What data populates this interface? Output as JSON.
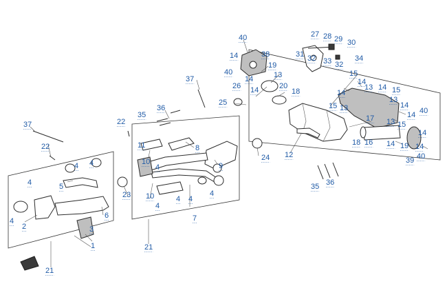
{
  "callouts": [
    {
      "id": "c-40a",
      "text": "40"
    },
    {
      "id": "c-27",
      "text": "27"
    },
    {
      "id": "c-28",
      "text": "28"
    },
    {
      "id": "c-29",
      "text": "29"
    },
    {
      "id": "c-30",
      "text": "30"
    },
    {
      "id": "c-38",
      "text": "38"
    },
    {
      "id": "c-31",
      "text": "31"
    },
    {
      "id": "c-32a",
      "text": "32"
    },
    {
      "id": "c-33",
      "text": "33"
    },
    {
      "id": "c-32b",
      "text": "32"
    },
    {
      "id": "c-34",
      "text": "34"
    },
    {
      "id": "c-14a",
      "text": "14"
    },
    {
      "id": "c-40b",
      "text": "40"
    },
    {
      "id": "c-14b",
      "text": "14"
    },
    {
      "id": "c-19a",
      "text": "19"
    },
    {
      "id": "c-13a",
      "text": "13"
    },
    {
      "id": "c-15a",
      "text": "15"
    },
    {
      "id": "c-37a",
      "text": "37"
    },
    {
      "id": "c-26",
      "text": "26"
    },
    {
      "id": "c-14c",
      "text": "14"
    },
    {
      "id": "c-20",
      "text": "20"
    },
    {
      "id": "c-18a",
      "text": "18"
    },
    {
      "id": "c-14d",
      "text": "14"
    },
    {
      "id": "c-13b",
      "text": "13"
    },
    {
      "id": "c-14e",
      "text": "14"
    },
    {
      "id": "c-15b",
      "text": "15"
    },
    {
      "id": "c-25",
      "text": "25"
    },
    {
      "id": "c-14f",
      "text": "14"
    },
    {
      "id": "c-13c",
      "text": "13"
    },
    {
      "id": "c-15c",
      "text": "15"
    },
    {
      "id": "c-13d",
      "text": "13"
    },
    {
      "id": "c-14g",
      "text": "14"
    },
    {
      "id": "c-36a",
      "text": "36"
    },
    {
      "id": "c-35a",
      "text": "35"
    },
    {
      "id": "c-14h",
      "text": "14"
    },
    {
      "id": "c-40c",
      "text": "40"
    },
    {
      "id": "c-22a",
      "text": "22"
    },
    {
      "id": "c-17",
      "text": "17"
    },
    {
      "id": "c-13e",
      "text": "13"
    },
    {
      "id": "c-15d",
      "text": "15"
    },
    {
      "id": "c-14i",
      "text": "14"
    },
    {
      "id": "c-37b",
      "text": "37"
    },
    {
      "id": "c-11",
      "text": "11"
    },
    {
      "id": "c-8",
      "text": "8"
    },
    {
      "id": "c-18b",
      "text": "18"
    },
    {
      "id": "c-16",
      "text": "16"
    },
    {
      "id": "c-14j",
      "text": "14"
    },
    {
      "id": "c-19b",
      "text": "19"
    },
    {
      "id": "c-14k",
      "text": "14"
    },
    {
      "id": "c-22b",
      "text": "22"
    },
    {
      "id": "c-12",
      "text": "12"
    },
    {
      "id": "c-24",
      "text": "24"
    },
    {
      "id": "c-39",
      "text": "39"
    },
    {
      "id": "c-40d",
      "text": "40"
    },
    {
      "id": "c-10a",
      "text": "10"
    },
    {
      "id": "c-4a",
      "text": "4"
    },
    {
      "id": "c-4b",
      "text": "4"
    },
    {
      "id": "c-9",
      "text": "9"
    },
    {
      "id": "c-4c",
      "text": "4"
    },
    {
      "id": "c-5",
      "text": "5"
    },
    {
      "id": "c-35b",
      "text": "35"
    },
    {
      "id": "c-36b",
      "text": "36"
    },
    {
      "id": "c-4d",
      "text": "4"
    },
    {
      "id": "c-23",
      "text": "23"
    },
    {
      "id": "c-10b",
      "text": "10"
    },
    {
      "id": "c-4e",
      "text": "4"
    },
    {
      "id": "c-4f",
      "text": "4"
    },
    {
      "id": "c-4g",
      "text": "4"
    },
    {
      "id": "c-4h",
      "text": "4"
    },
    {
      "id": "c-6",
      "text": "6"
    },
    {
      "id": "c-4i",
      "text": "4"
    },
    {
      "id": "c-2",
      "text": "2"
    },
    {
      "id": "c-7",
      "text": "7"
    },
    {
      "id": "c-3",
      "text": "3"
    },
    {
      "id": "c-1",
      "text": "1"
    },
    {
      "id": "c-21a",
      "text": "21"
    },
    {
      "id": "c-21b",
      "text": "21"
    }
  ],
  "colors": {
    "callout_text": "#1f5aa6",
    "line_art": "#2a2a2a",
    "background": "#ffffff",
    "shaded_part": "#bfbfbf"
  }
}
